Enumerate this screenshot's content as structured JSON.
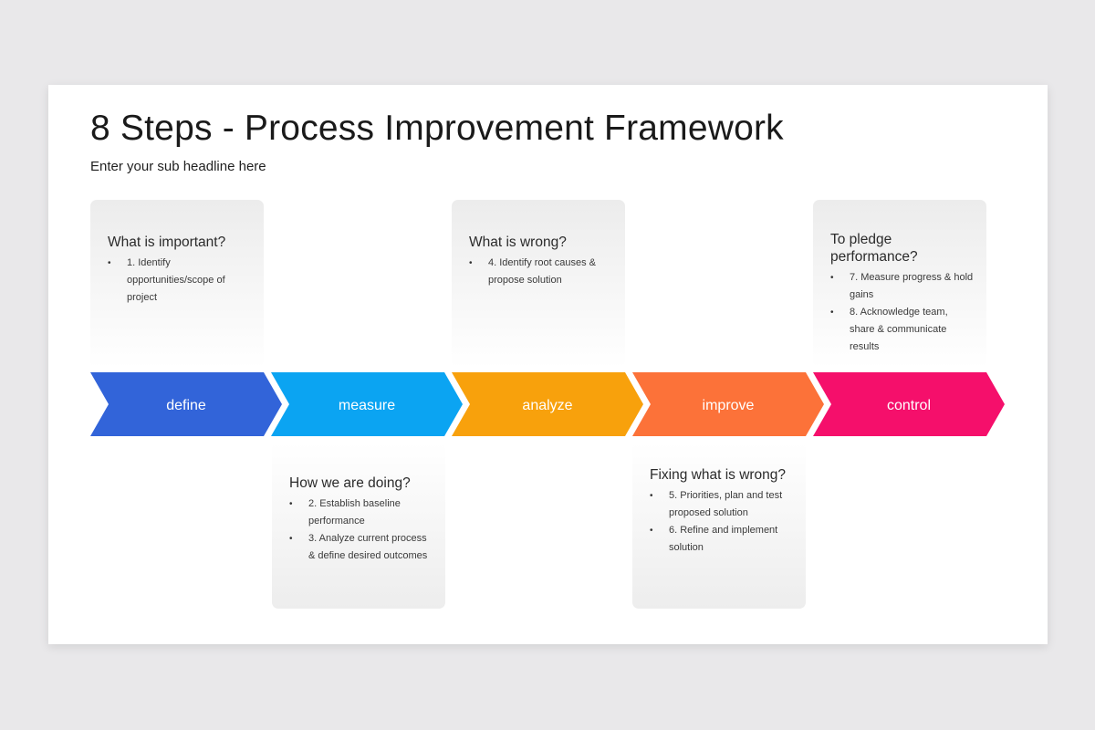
{
  "header": {
    "title": "8 Steps - Process Improvement Framework",
    "subtitle": "Enter your sub headline here"
  },
  "steps": [
    {
      "label": "define",
      "color": "#3264d9"
    },
    {
      "label": "measure",
      "color": "#0ba4f2"
    },
    {
      "label": "analyze",
      "color": "#f8a10c"
    },
    {
      "label": "improve",
      "color": "#fc7239"
    },
    {
      "label": "control",
      "color": "#f50f6b"
    }
  ],
  "cards": [
    {
      "title": "What is important?",
      "items": [
        "1. Identify opportunities/scope of project"
      ]
    },
    {
      "title": "How we are doing?",
      "items": [
        "2. Establish baseline performance",
        "3. Analyze current process & define desired outcomes"
      ]
    },
    {
      "title": "What is wrong?",
      "items": [
        "4. Identify root causes & propose solution"
      ]
    },
    {
      "title": "Fixing what is wrong?",
      "items": [
        "5. Priorities, plan and test proposed solution",
        "6. Refine and implement solution"
      ]
    },
    {
      "title": "To pledge performance?",
      "items": [
        "7. Measure progress & hold gains",
        "8. Acknowledge team, share & communicate results"
      ]
    }
  ]
}
